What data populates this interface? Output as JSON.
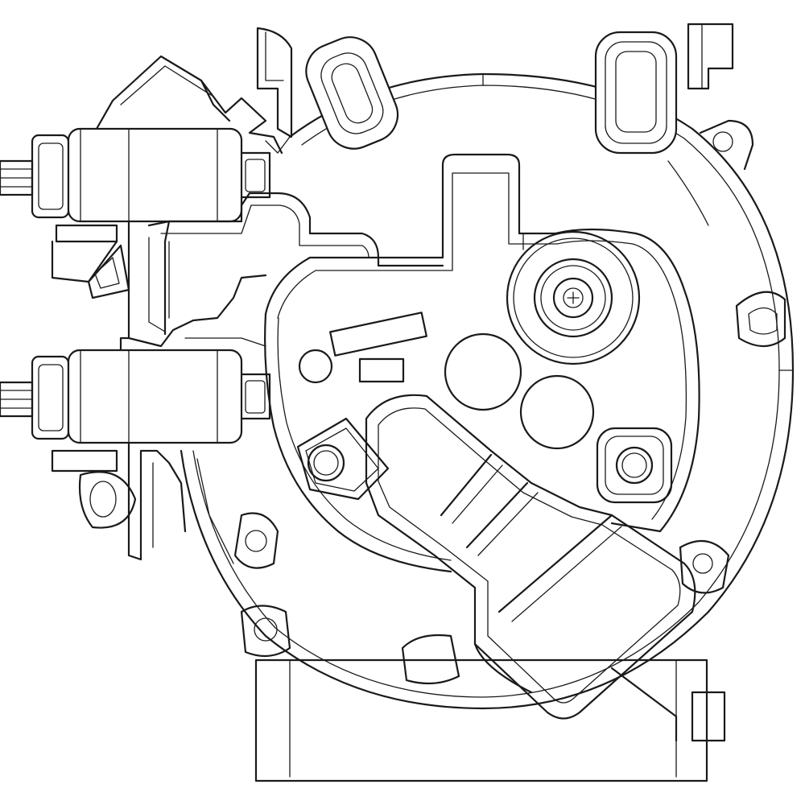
{
  "drawing": {
    "background_color": "#ffffff",
    "line_color": "#1a1a1a",
    "parts": [
      "compressor-housing",
      "rear-cover",
      "mounting-ears",
      "solenoid-valves",
      "service-port",
      "mounting-bolts",
      "suction-discharge-manifold"
    ]
  }
}
